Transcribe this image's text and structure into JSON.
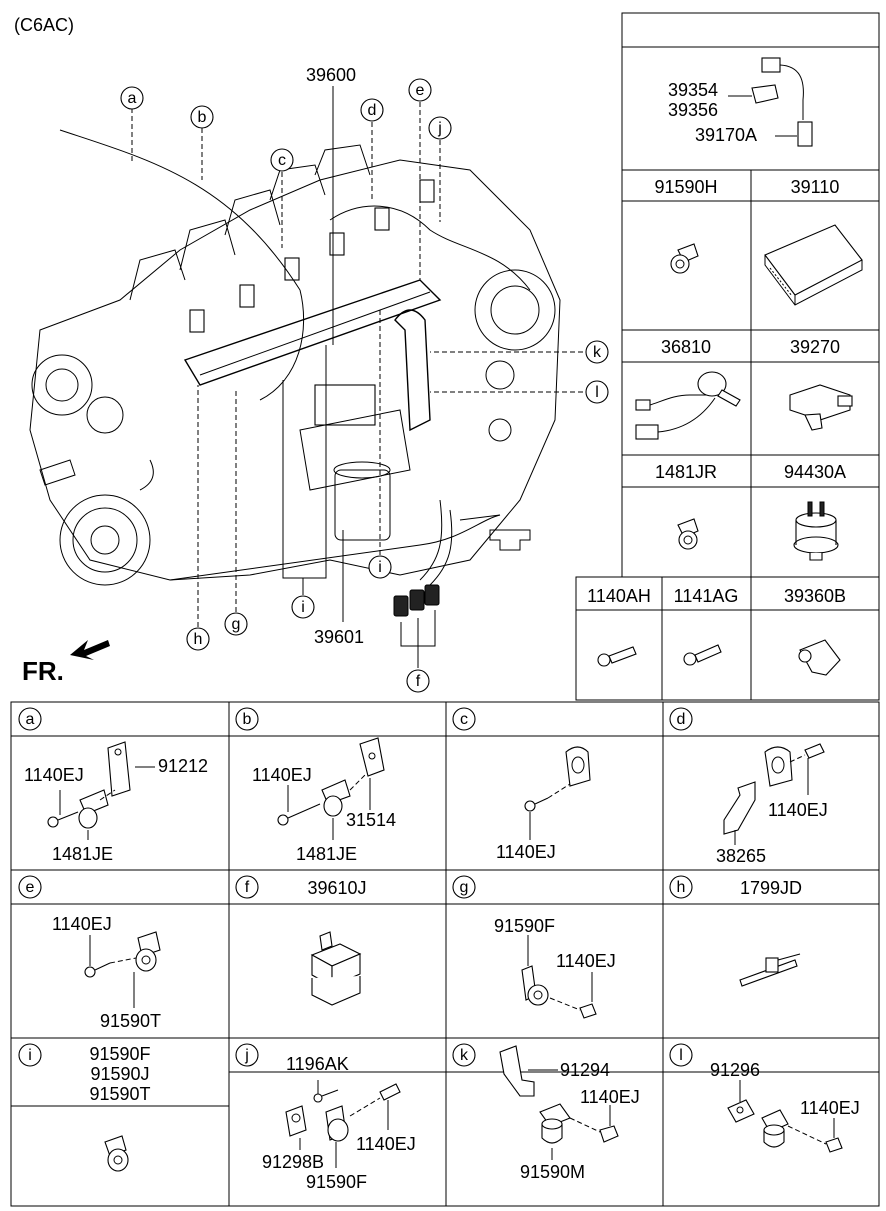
{
  "variant": "(C6AC)",
  "front_label": "FR.",
  "main_labels": {
    "p39600": "39600",
    "p39601": "39601"
  },
  "callouts": {
    "a": "a",
    "b": "b",
    "c": "c",
    "d": "d",
    "e": "e",
    "f": "f",
    "g": "g",
    "h": "h",
    "i": "i",
    "j": "j",
    "k": "k",
    "l": "l"
  },
  "side_panel": {
    "sensor": {
      "parts": [
        "39354",
        "39356",
        "39170A"
      ]
    },
    "cells": [
      {
        "id": "c1",
        "code": "91590H"
      },
      {
        "id": "c2",
        "code": "39110"
      },
      {
        "id": "c3",
        "code": "36810"
      },
      {
        "id": "c4",
        "code": "39270"
      },
      {
        "id": "c5",
        "code": "1481JR"
      },
      {
        "id": "c6",
        "code": "94430A"
      },
      {
        "id": "c7",
        "code": "1140AH"
      },
      {
        "id": "c8",
        "code": "1141AG"
      },
      {
        "id": "c9",
        "code": "39360B"
      }
    ]
  },
  "detail_cells": {
    "a": {
      "letter": "a",
      "header": "",
      "parts": [
        "1140EJ",
        "91212",
        "1481JE"
      ]
    },
    "b": {
      "letter": "b",
      "header": "",
      "parts": [
        "1140EJ",
        "31514",
        "1481JE"
      ]
    },
    "c": {
      "letter": "c",
      "header": "",
      "parts": [
        "1140EJ"
      ]
    },
    "d": {
      "letter": "d",
      "header": "",
      "parts": [
        "1140EJ",
        "38265"
      ]
    },
    "e": {
      "letter": "e",
      "header": "",
      "parts": [
        "1140EJ",
        "91590T"
      ]
    },
    "f": {
      "letter": "f",
      "header": "39610J",
      "parts": []
    },
    "g": {
      "letter": "g",
      "header": "",
      "parts": [
        "91590F",
        "1140EJ"
      ]
    },
    "h": {
      "letter": "h",
      "header": "1799JD",
      "parts": []
    },
    "i": {
      "letter": "i",
      "header": "",
      "parts": [
        "91590F",
        "91590J",
        "91590T"
      ]
    },
    "j": {
      "letter": "j",
      "header": "",
      "parts": [
        "1196AK",
        "1140EJ",
        "91298B",
        "91590F"
      ]
    },
    "k": {
      "letter": "k",
      "header": "",
      "parts": [
        "91294",
        "1140EJ",
        "91590M"
      ]
    },
    "l": {
      "letter": "l",
      "header": "",
      "parts": [
        "91296",
        "1140EJ"
      ]
    }
  }
}
